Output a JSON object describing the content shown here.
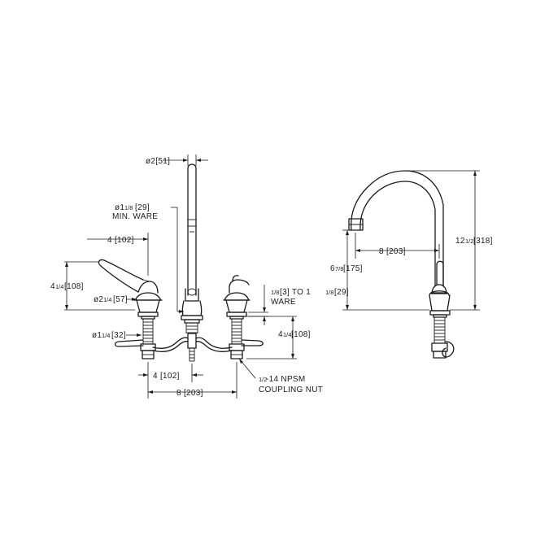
{
  "labels": {
    "spout_dia": "ø2[51]",
    "hole_dia_a": "ø1",
    "hole_dia_frac": "1/8",
    "hole_dia_b": "[29]",
    "min_ware": "MIN. WARE",
    "handle_len": "4 [102]",
    "handle_ht_a": "4",
    "handle_ht_frac": "1/4",
    "handle_ht_b": "[108]",
    "escutch_a": "ø2",
    "escutch_frac": "1/4",
    "escutch_b": "[57]",
    "shank_a": "ø1",
    "shank_frac": "1/4",
    "shank_b": "[32]",
    "ware_min_frac": "1/8",
    "ware_min_b": "[3] TO 1",
    "ware_max_frac": "1/8",
    "ware_max_b": "[29]",
    "ware": "WARE",
    "shank_len_a": "4",
    "shank_len_frac": "1/4",
    "shank_len_b": "[108]",
    "center_half": "4 [102]",
    "center_full": "8 [203]",
    "npsm_frac": "1/2",
    "npsm_b": "-14 NPSM",
    "coupling_nut": "COUPLING NUT",
    "reach": "8 [203]",
    "outlet_ht_a": "6",
    "outlet_ht_frac": "7/8",
    "outlet_ht_b": "[175]",
    "overall_ht_a": "12",
    "overall_ht_frac": "1/2",
    "overall_ht_b": "[318]"
  }
}
